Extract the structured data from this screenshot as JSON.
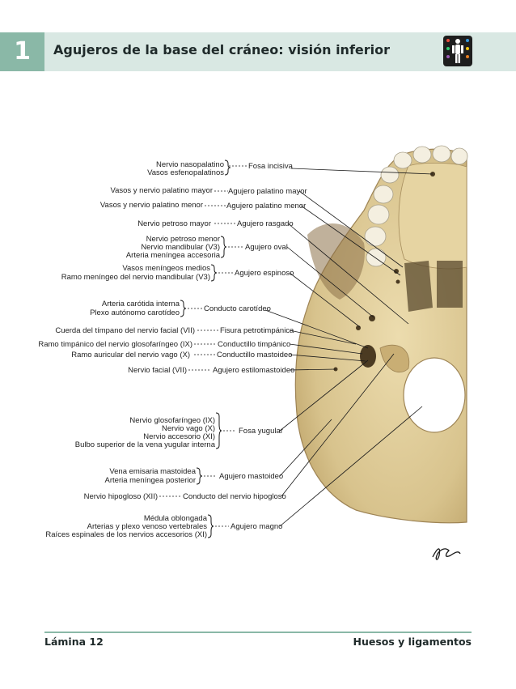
{
  "header": {
    "number": "1",
    "title": "Agujeros de la base del cráneo: visión inferior",
    "logo_icon": "anatomy-figure-icon"
  },
  "labels": {
    "nervio_nasopalatino": "Nervio nasopalatino",
    "vasos_esfenopalatinos": "Vasos esfenopalatinos",
    "fosa_incisiva": "Fosa incisiva",
    "vasos_palatino_mayor": "Vasos y nervio palatino mayor",
    "agujero_palatino_mayor": "Agujero palatino mayor",
    "vasos_palatino_menor": "Vasos y nervio palatino menor",
    "agujero_palatino_menor": "Agujero palatino menor",
    "nervio_petroso_mayor": "Nervio petroso mayor",
    "agujero_rasgado": "Agujero rasgado",
    "nervio_petroso_menor": "Nervio petroso menor",
    "nervio_mandibular_v3": "Nervio mandibular (V3)",
    "arteria_meningea_accesoria": "Arteria meníngea accesoria",
    "agujero_oval": "Agujero oval",
    "vasos_meningeos_medios": "Vasos meníngeos medios",
    "ramo_meningeo_mandibular": "Ramo meníngeo del nervio mandibular (V3)",
    "agujero_espinoso": "Agujero espinoso",
    "arteria_carotida_interna": "Arteria carótida interna",
    "plexo_autonomo_carotideo": "Plexo autónomo carotídeo",
    "conducto_carotideo": "Conducto carotídeo",
    "cuerda_timpano": "Cuerda del tímpano del nervio facial (VII)",
    "fisura_petrotimpanica": "Fisura petrotimpánica",
    "ramo_timpanico": "Ramo timpánico del nervio glosofaríngeo (IX)",
    "conductillo_timpanico": "Conductillo timpánico",
    "ramo_auricular": "Ramo auricular del nervio vago (X)",
    "conductillo_mastoideo": "Conductillo mastoideo",
    "nervio_facial": "Nervio facial (VII)",
    "agujero_estilomastoideo": "Agujero estilomastoideo",
    "nervio_glosofaringeo": "Nervio glosofaríngeo (IX)",
    "nervio_vago": "Nervio vago (X)",
    "nervio_accesorio": "Nervio accesorio (XI)",
    "bulbo_vena_yugular": "Bulbo superior de la vena yugular interna",
    "fosa_yugular": "Fosa yugular",
    "vena_emisaria": "Vena emisaria mastoidea",
    "arteria_meningea_posterior": "Arteria meníngea posterior",
    "agujero_mastoideo": "Agujero mastoideo",
    "nervio_hipogloso": "Nervio hipogloso (XII)",
    "conducto_hipogloso": "Conducto del nervio hipogloso",
    "medula_oblongada": "Médula oblongada",
    "arterias_plexo_venoso": "Arterias y plexo venoso vertebrales",
    "raices_espinales": "Raíces espinales de los nervios accesorios (XI)",
    "agujero_magno": "Agujero magno"
  },
  "signature": "F. Netter",
  "footer": {
    "left": "Lámina 12",
    "right": "Huesos y ligamentos"
  },
  "colors": {
    "band": "#d9e8e3",
    "accent": "#8ab8a7",
    "bone": "#dcc896"
  }
}
